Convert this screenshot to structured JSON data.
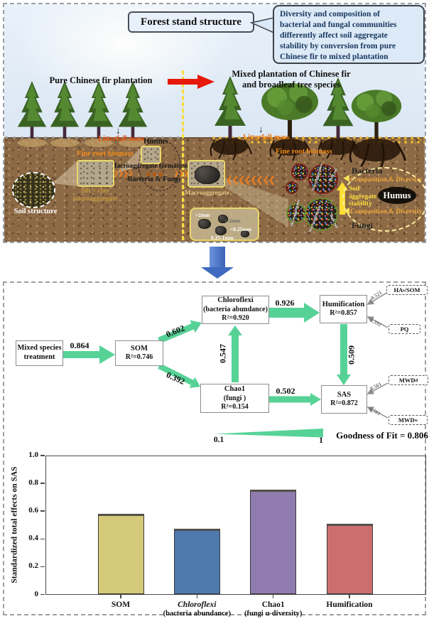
{
  "top": {
    "title": "Forest stand structure",
    "callout_lines": [
      "Diversity and composition of",
      "bacterial and fungal communities",
      "differently affect soil aggregate",
      "stability by conversion from pure",
      "Chinese fir to mixed plantation"
    ],
    "left_stand": "Pure Chinese fir plantation",
    "right_stand_1": "Mixed plantation of Chinese fir",
    "right_stand_2": "and broadleaf tree species",
    "icons": {
      "down_arrow": "↓",
      "chevrons_right": "❯❯❯❯",
      "chevrons_right2": "❯❯❯",
      "chevrons_left": "❮❮❮❮❮❮❮❮",
      "dots": "● ● ●"
    },
    "labels": {
      "litterfall_left": "Litterfall mass",
      "fine_root_left": "Fine root biomass",
      "humus_left": "Humus",
      "macro_formation": "Macroaggregate formation",
      "bacteria_fungi": "Bacteria & Fungi",
      "silt_clay_1": "Silt + clay",
      "silt_clay_2": "microaggregate",
      "soil_structure": "Soil structure",
      "litterfall_right": "Litterfall mass",
      "fine_root_right": "Fine root biomass",
      "macroaggregate": "Macroaggregate",
      "size_gt2": ">2mm",
      "size_1_2": "1-2mm",
      "size_lt025": "<0.25mm",
      "size_025_1": "0.25-1mm",
      "bacteria": "Bacteria",
      "comp_div_top": "Composition & Diversity",
      "humus_right": "Humus",
      "comp_div_bottom": "Composition & Diversity",
      "fungi": "Fungi",
      "sas_1": "Soil",
      "sas_2": "aggregate",
      "sas_3": "stability",
      "ring_macro_1": "Macroaggregates",
      "ring_bulk_1": "Bulk soil",
      "ring_micro_1": "Microaggregates",
      "ring_macro_2": "Macroaggregates",
      "ring_bulk_2": "Bulk soil"
    }
  },
  "sem": {
    "nodes": {
      "mixed": {
        "l1": "Mixed species",
        "l2": "treatment"
      },
      "som": {
        "l1": "SOM",
        "l2": "R²=0.746"
      },
      "chloroflexi": {
        "l1": "Chloroflexi",
        "l2": "(bacteria abundance)",
        "l3": "R²=0.920"
      },
      "chao1": {
        "l1": "Chao1",
        "l2": "(fungi )",
        "l3": "R²=0.154"
      },
      "humification": {
        "l1": "Humification",
        "l2": "R²=0.857"
      },
      "sas": {
        "l1": "SAS",
        "l2": "R²=0.872"
      }
    },
    "paths": {
      "mixed_som": "0.864",
      "som_chloroflexi": "0.602",
      "som_chao1": "0.392",
      "chao1_chloroflexi": "0.547",
      "chloroflexi_humification": "0.926",
      "chao1_sas": "0.502",
      "humification_sas": "0.509",
      "hasom_humification": "0.521",
      "pq_humification": "0.392",
      "mwdd_sas": "0.561",
      "mwdw_sas": "0.501"
    },
    "indicators": {
      "hasom": {
        "pre": "HA",
        "sub": "s",
        "post": "/SOM"
      },
      "pq": {
        "pre": "PQ",
        "sub": "",
        "post": ""
      },
      "mwdd": {
        "pre": "MWD",
        "sub": "d",
        "post": ""
      },
      "mwdw": {
        "pre": "MWD",
        "sub": "w",
        "post": ""
      }
    },
    "legend": {
      "min": "0.1",
      "max": "1"
    },
    "goodness_of_fit": "Goodness of Fit = 0.806",
    "arrow_color": "#57d297"
  },
  "chart_data": {
    "type": "bar",
    "categories": [
      "SOM",
      "Chloroflexi",
      "Chao1",
      "Humification"
    ],
    "category_sublabels": [
      "",
      "(bacteria abundance)",
      "(fungi α-diversity)",
      ""
    ],
    "category_italic": [
      false,
      true,
      false,
      false
    ],
    "values": [
      0.58,
      0.473,
      0.756,
      0.511
    ],
    "bar_colors": [
      "#d4ca79",
      "#4d79ad",
      "#8f7bad",
      "#cd6e6e"
    ],
    "ylabel": "Standardized total effects on SAS",
    "ylim": [
      0,
      1
    ],
    "yticks": [
      0,
      0.2,
      0.4,
      0.6,
      0.8,
      1.0
    ],
    "ytick_labels": [
      "0",
      "0.2",
      "0.4",
      "0.6",
      "0.8",
      "1.0"
    ],
    "grid": false,
    "legend": false
  }
}
